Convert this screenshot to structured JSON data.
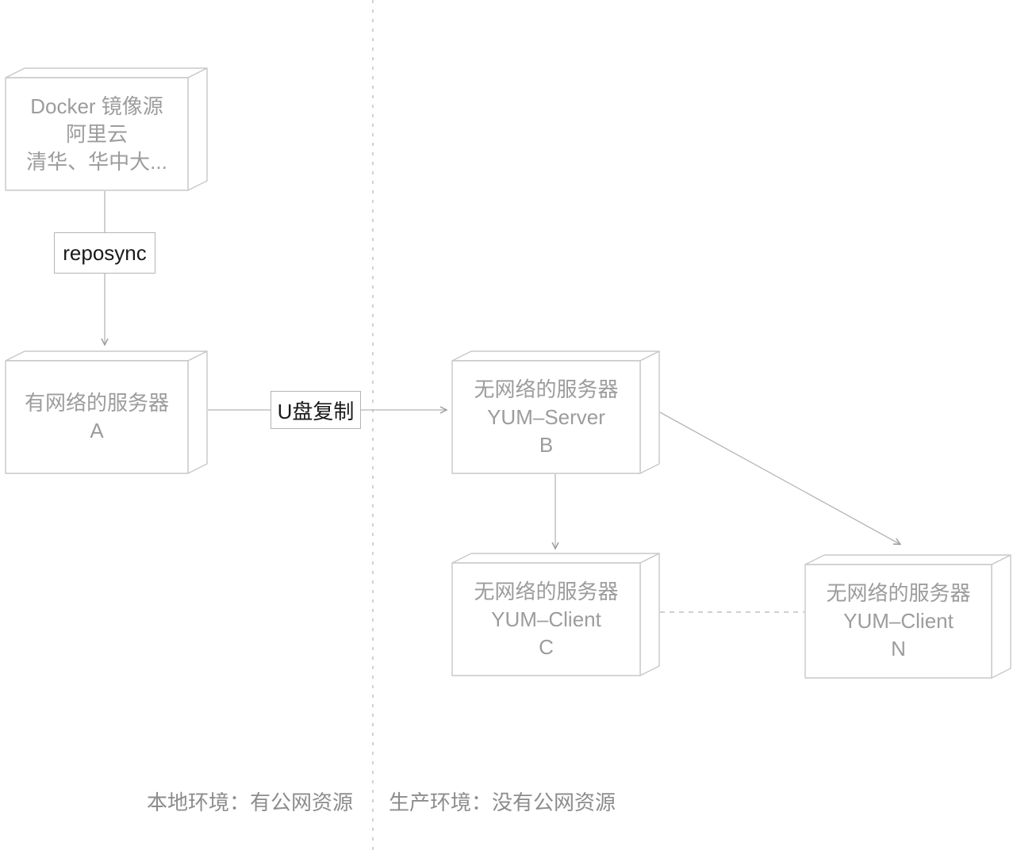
{
  "diagram": {
    "nodes": {
      "mirror": {
        "lines": [
          "Docker 镜像源",
          "阿里云",
          "清华、华中大..."
        ]
      },
      "server_a": {
        "lines": [
          "有网络的服务器",
          "A"
        ]
      },
      "yum_server_b": {
        "lines": [
          "无网络的服务器",
          "YUM–Server",
          "B"
        ]
      },
      "yum_client_c": {
        "lines": [
          "无网络的服务器",
          "YUM–Client",
          "C"
        ]
      },
      "yum_client_n": {
        "lines": [
          "无网络的服务器",
          "YUM–Client",
          "N"
        ]
      }
    },
    "edge_labels": {
      "reposync": "reposync",
      "usb_copy": "U盘复制"
    },
    "captions": {
      "local_env": "本地环境：有公网资源",
      "prod_env": "生产环境：没有公网资源"
    },
    "colors": {
      "background": "#ffffff",
      "node_border": "#c8c8c8",
      "node_text": "#9c9c9c",
      "edge": "#b5b5b5",
      "edge_label_text": "#1a1a1a",
      "edge_label_border": "#b4b4b4",
      "caption_text": "#8c8c8c",
      "divider": "#c2c2c2"
    }
  }
}
